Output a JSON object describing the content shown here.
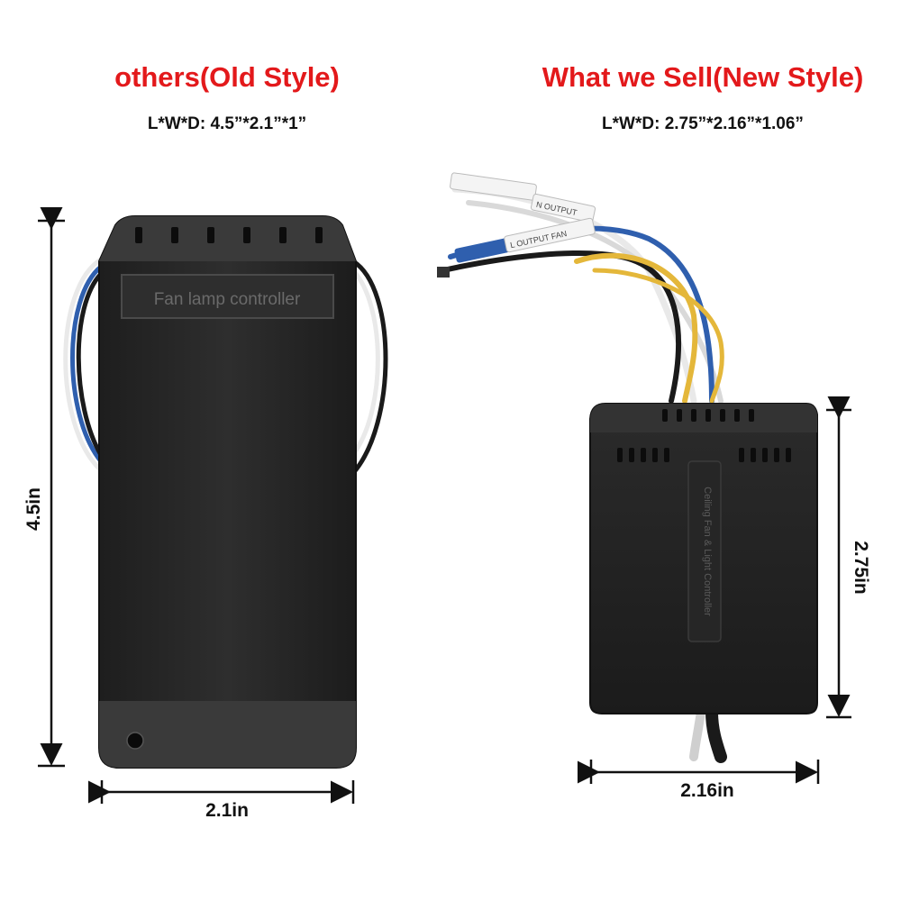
{
  "left": {
    "title": "others(Old Style)",
    "dims": "L*W*D: 4.5”*2.1”*1”",
    "height_label": "4.5in",
    "width_label": "2.1in",
    "device_label": "Fan lamp controller"
  },
  "right": {
    "title": "What we Sell(New Style)",
    "dims": "L*W*D: 2.75”*2.16”*1.06”",
    "height_label": "2.75in",
    "width_label": "2.16in",
    "device_label": "Ceiling Fan & Light Controller",
    "wire_tag_1": "N OUTPUT",
    "wire_tag_2": "L OUTPUT FAN"
  },
  "colors": {
    "title": "#e3191b",
    "device_body": "#2a2a2a",
    "wire_blue": "#2f5fae",
    "wire_yellow": "#e4b73a",
    "wire_black": "#1a1a1a",
    "wire_white": "#e9e9e9"
  }
}
